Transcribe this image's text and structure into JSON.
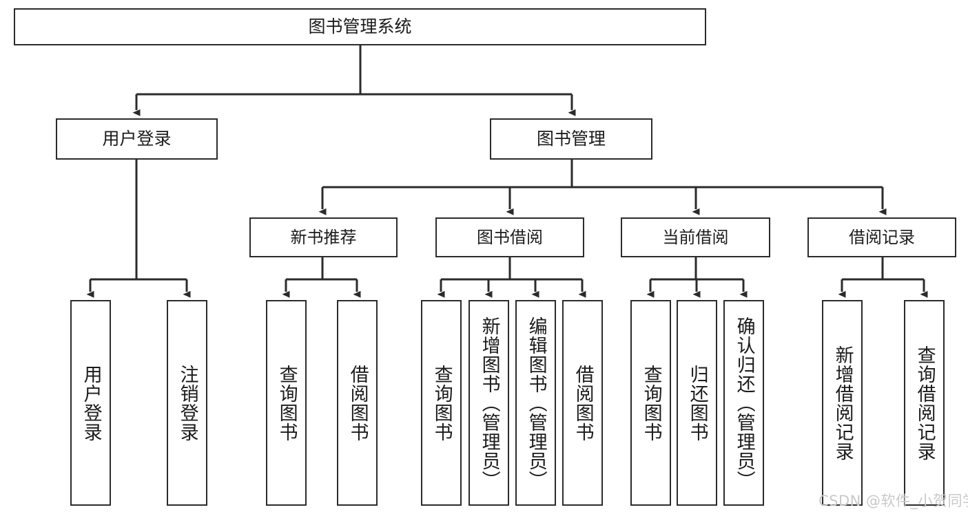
{
  "diagram": {
    "title": "图书管理系统",
    "type": "tree-hierarchy",
    "root": {
      "id": "root",
      "label": "图书管理系统"
    },
    "level2": [
      {
        "id": "user-login",
        "label": "用户登录"
      },
      {
        "id": "book-management",
        "label": "图书管理"
      }
    ],
    "level3": [
      {
        "id": "new-book-recommend",
        "label": "新书推荐"
      },
      {
        "id": "book-borrow",
        "label": "图书借阅"
      },
      {
        "id": "current-borrow",
        "label": "当前借阅"
      },
      {
        "id": "borrow-record",
        "label": "借阅记录"
      }
    ],
    "leaves": [
      {
        "id": "leaf-user-login",
        "label": "用户登录",
        "parent": "user-login"
      },
      {
        "id": "leaf-logout-login",
        "label": "注销登录",
        "parent": "user-login"
      },
      {
        "id": "leaf-query-book-1",
        "label": "查询图书",
        "parent": "new-book-recommend"
      },
      {
        "id": "leaf-borrow-book-1",
        "label": "借阅图书",
        "parent": "new-book-recommend"
      },
      {
        "id": "leaf-query-book-2",
        "label": "查询图书",
        "parent": "book-borrow"
      },
      {
        "id": "leaf-add-book",
        "label": "新增图书（管理员）",
        "parent": "book-borrow"
      },
      {
        "id": "leaf-edit-book",
        "label": "编辑图书（管理员）",
        "parent": "book-borrow"
      },
      {
        "id": "leaf-borrow-book-2",
        "label": "借阅图书",
        "parent": "book-borrow"
      },
      {
        "id": "leaf-query-book-3",
        "label": "查询图书",
        "parent": "current-borrow"
      },
      {
        "id": "leaf-return-book",
        "label": "归还图书",
        "parent": "current-borrow"
      },
      {
        "id": "leaf-confirm-return",
        "label": "确认归还（管理员）",
        "parent": "current-borrow"
      },
      {
        "id": "leaf-add-record",
        "label": "新增借阅记录",
        "parent": "borrow-record"
      },
      {
        "id": "leaf-query-record",
        "label": "查询借阅记录",
        "parent": "borrow-record"
      }
    ],
    "watermark": "CSDN @软件_小贺同学",
    "colors": {
      "stroke": "#2b2b2b",
      "background": "#ffffff",
      "text": "#1b1b1b",
      "watermark": "#c9c9c9"
    }
  }
}
